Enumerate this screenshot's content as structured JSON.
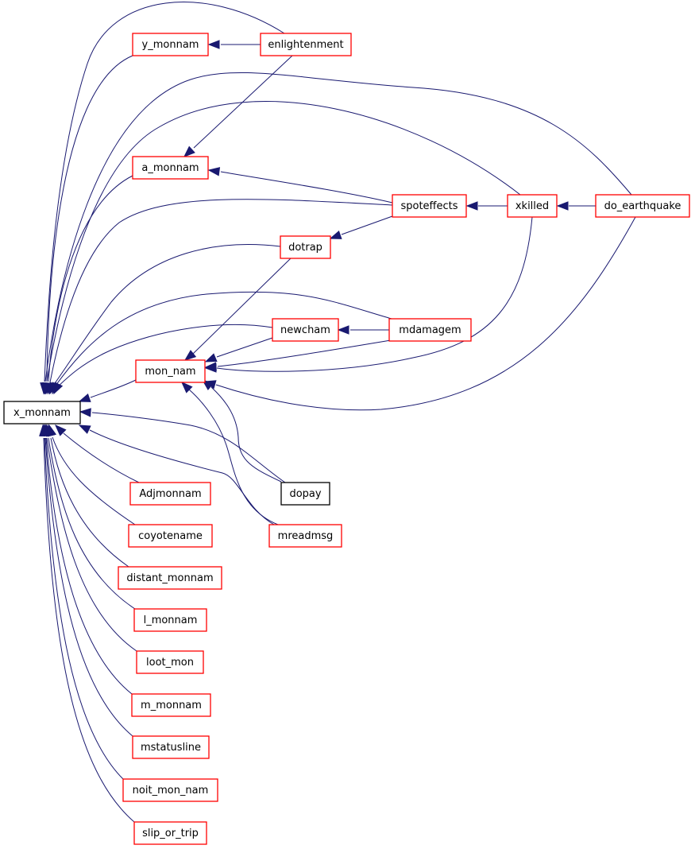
{
  "colors": {
    "edge": "#191970",
    "node_border_default": "#ff0000",
    "node_border_plain": "#000000",
    "highlight_fill": "#bfbfbf"
  },
  "nodes": {
    "x_monnam": "x_monnam",
    "y_monnam": "y_monnam",
    "enlightenment": "enlightenment",
    "a_monnam": "a_monnam",
    "spoteffects": "spoteffects",
    "xkilled": "xkilled",
    "do_earthquake": "do_earthquake",
    "dotrap": "dotrap",
    "newcham": "newcham",
    "mdamagem": "mdamagem",
    "mon_nam": "mon_nam",
    "dopay": "dopay",
    "mreadmsg": "mreadmsg",
    "Adjmonnam": "Adjmonnam",
    "coyotename": "coyotename",
    "distant_monnam": "distant_monnam",
    "l_monnam": "l_monnam",
    "loot_mon": "loot_mon",
    "m_monnam": "m_monnam",
    "mstatusline": "mstatusline",
    "noit_mon_nam": "noit_mon_nam",
    "slip_or_trip": "slip_or_trip"
  },
  "edges": [
    {
      "from": "y_monnam",
      "to": "x_monnam"
    },
    {
      "from": "enlightenment",
      "to": "x_monnam"
    },
    {
      "from": "enlightenment",
      "to": "y_monnam"
    },
    {
      "from": "enlightenment",
      "to": "a_monnam"
    },
    {
      "from": "a_monnam",
      "to": "x_monnam"
    },
    {
      "from": "spoteffects",
      "to": "a_monnam"
    },
    {
      "from": "spoteffects",
      "to": "x_monnam"
    },
    {
      "from": "xkilled",
      "to": "spoteffects"
    },
    {
      "from": "xkilled",
      "to": "x_monnam"
    },
    {
      "from": "xkilled",
      "to": "mon_nam"
    },
    {
      "from": "do_earthquake",
      "to": "xkilled"
    },
    {
      "from": "do_earthquake",
      "to": "x_monnam"
    },
    {
      "from": "do_earthquake",
      "to": "mon_nam"
    },
    {
      "from": "dotrap",
      "to": "spoteffects"
    },
    {
      "from": "dotrap",
      "to": "x_monnam"
    },
    {
      "from": "dotrap",
      "to": "mon_nam"
    },
    {
      "from": "mdamagem",
      "to": "newcham"
    },
    {
      "from": "mdamagem",
      "to": "x_monnam"
    },
    {
      "from": "mdamagem",
      "to": "mon_nam"
    },
    {
      "from": "newcham",
      "to": "mon_nam"
    },
    {
      "from": "newcham",
      "to": "x_monnam"
    },
    {
      "from": "mon_nam",
      "to": "x_monnam"
    },
    {
      "from": "dopay",
      "to": "mon_nam"
    },
    {
      "from": "dopay",
      "to": "x_monnam"
    },
    {
      "from": "mreadmsg",
      "to": "mon_nam"
    },
    {
      "from": "mreadmsg",
      "to": "x_monnam"
    },
    {
      "from": "Adjmonnam",
      "to": "x_monnam"
    },
    {
      "from": "coyotename",
      "to": "x_monnam"
    },
    {
      "from": "distant_monnam",
      "to": "x_monnam"
    },
    {
      "from": "l_monnam",
      "to": "x_monnam"
    },
    {
      "from": "loot_mon",
      "to": "x_monnam"
    },
    {
      "from": "m_monnam",
      "to": "x_monnam"
    },
    {
      "from": "mstatusline",
      "to": "x_monnam"
    },
    {
      "from": "noit_mon_nam",
      "to": "x_monnam"
    },
    {
      "from": "slip_or_trip",
      "to": "x_monnam"
    }
  ]
}
